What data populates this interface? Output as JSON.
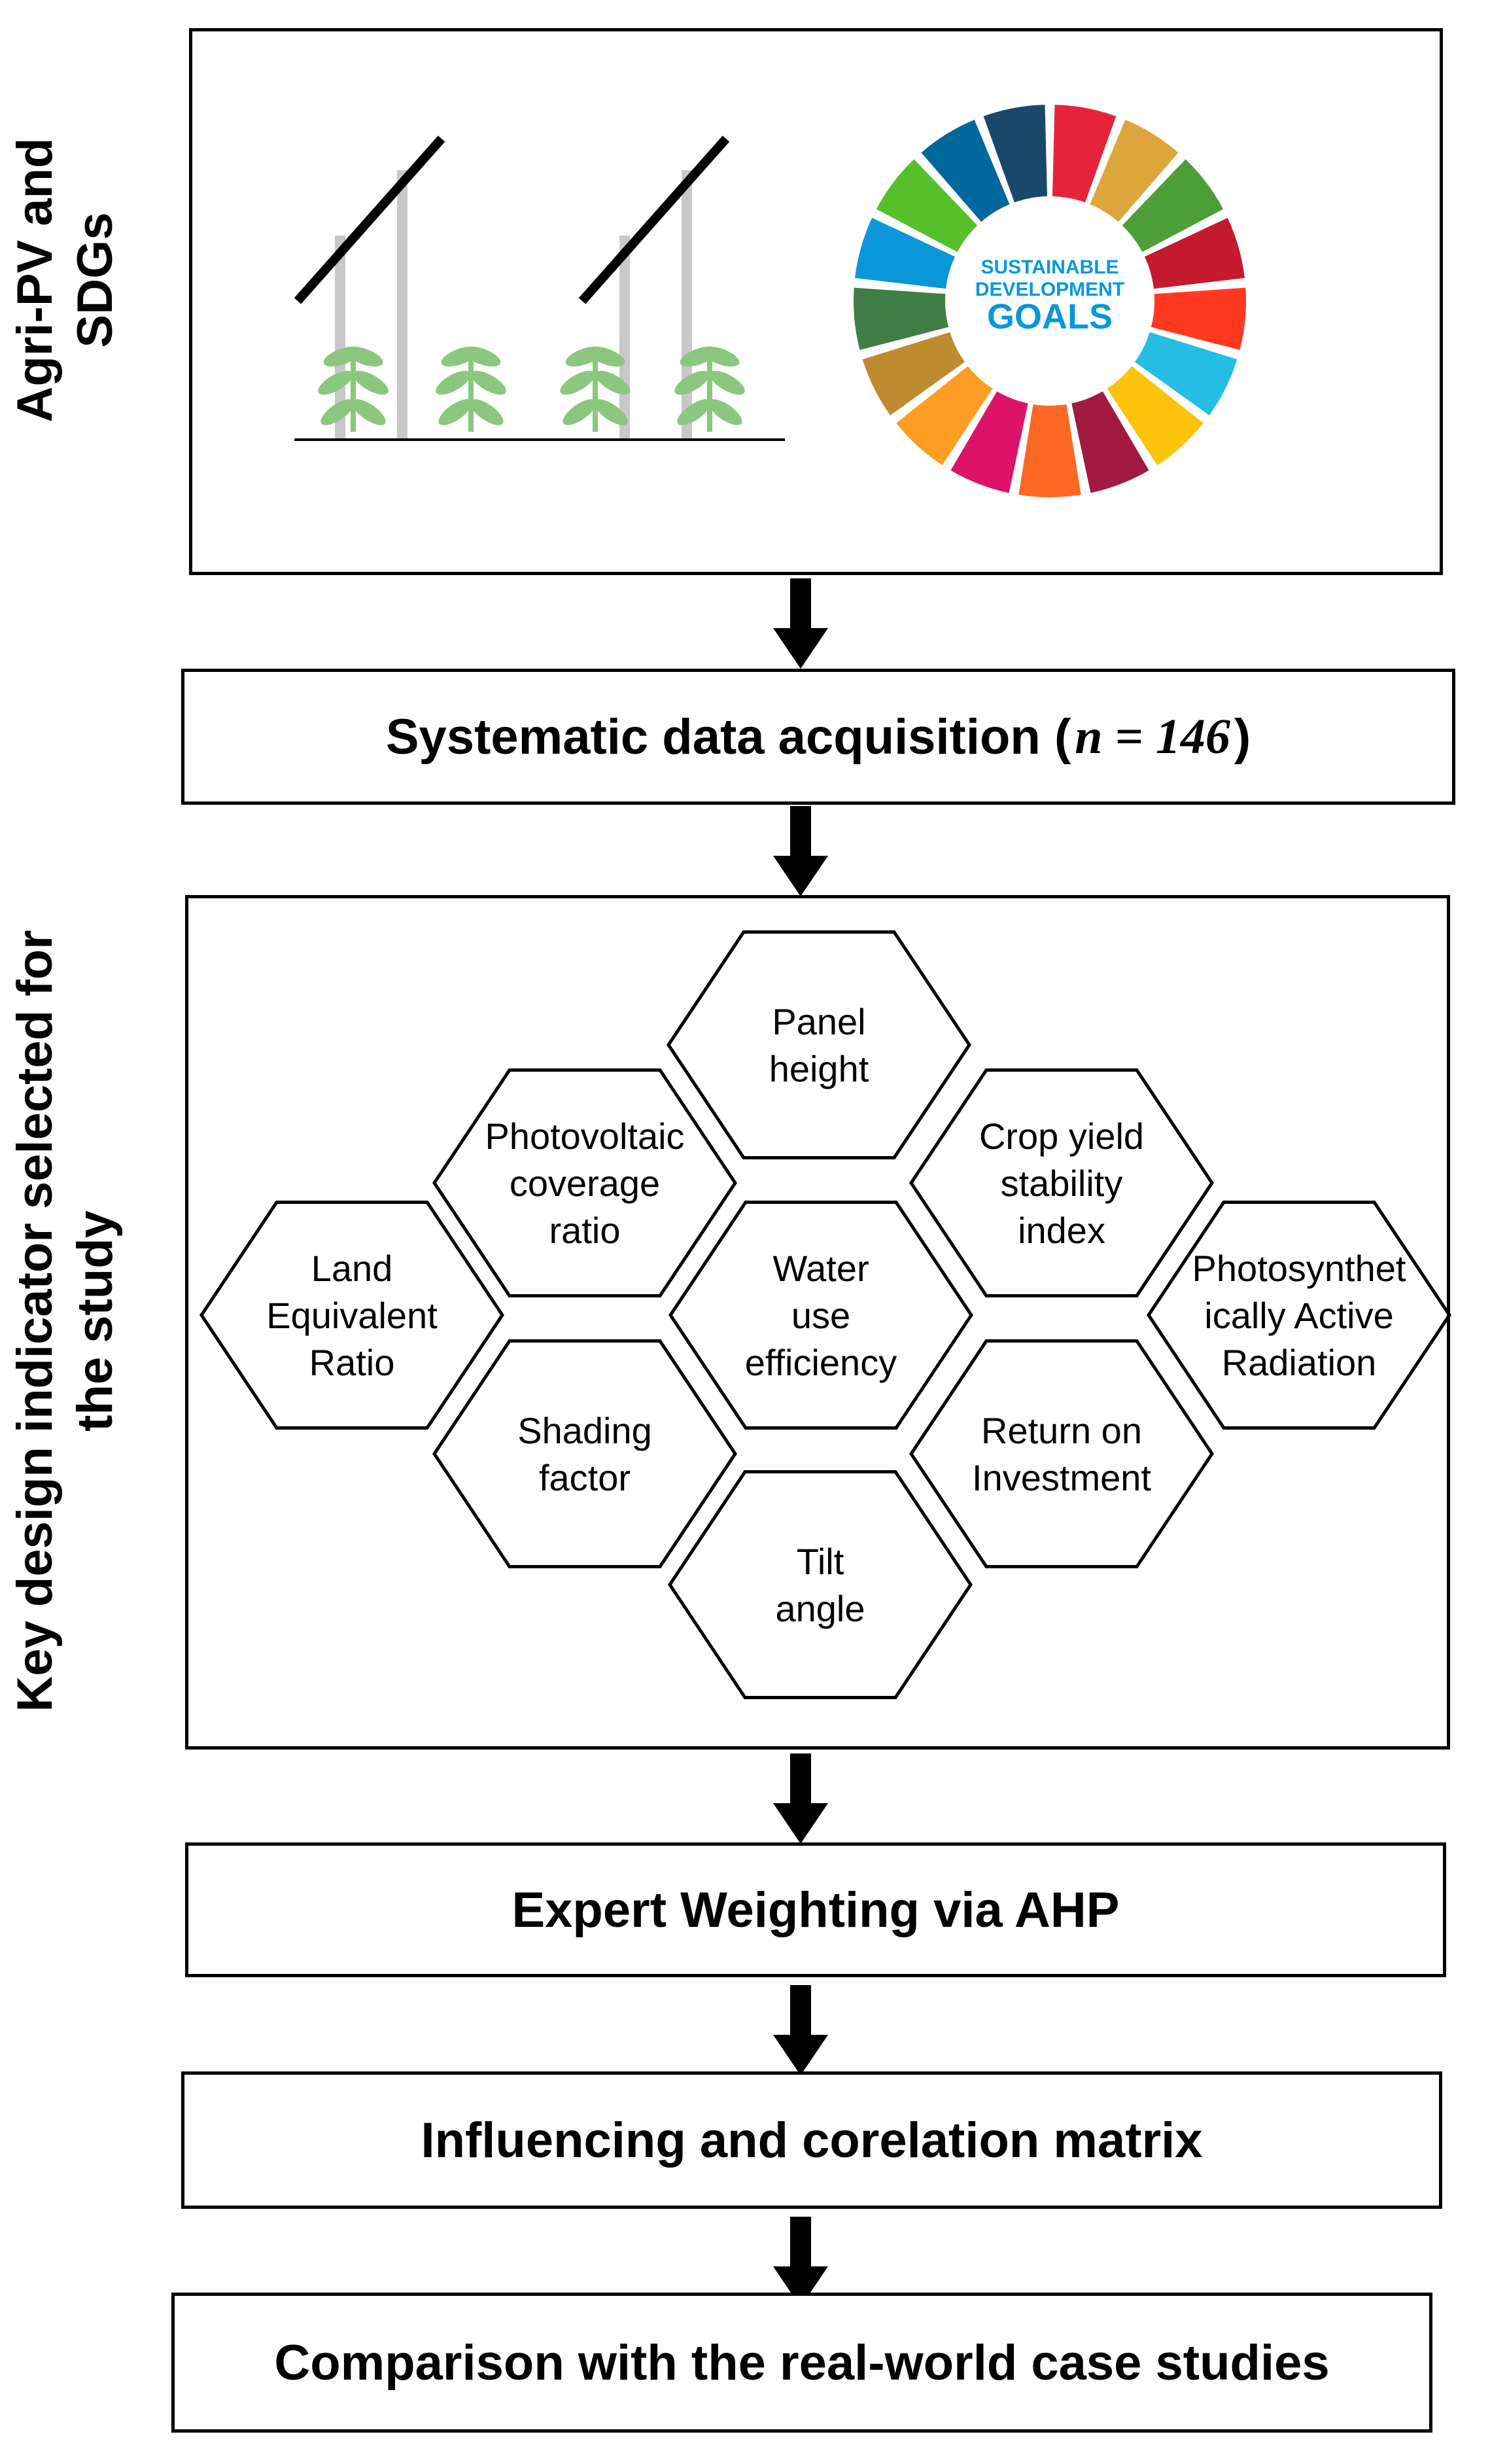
{
  "top_panel": {
    "side_label_line1": "Agri-PV and",
    "side_label_line2": "SDGs",
    "sdg_logo": {
      "line1": "SUSTAINABLE",
      "line2": "DEVELOPMENT",
      "line3": "GOALS"
    }
  },
  "step1": {
    "text": "Systematic data acquisition (",
    "math": "n = 146",
    "close": ")"
  },
  "indicator_panel": {
    "side_label_line1": "Key design indicator selected for",
    "side_label_line2": "the study",
    "hexagons": [
      {
        "id": "panel-height",
        "lines": [
          "Panel",
          "height"
        ]
      },
      {
        "id": "photovoltaic-coverage-ratio",
        "lines": [
          "Photovoltaic",
          "coverage",
          "ratio"
        ]
      },
      {
        "id": "crop-yield-stability-index",
        "lines": [
          "Crop yield",
          "stability",
          "index"
        ]
      },
      {
        "id": "land-equivalent-ratio",
        "lines": [
          "Land",
          "Equivalent",
          "Ratio"
        ]
      },
      {
        "id": "water-use-efficiency",
        "lines": [
          "Water",
          "use",
          "efficiency"
        ]
      },
      {
        "id": "photosynthetically-active-radiation",
        "lines": [
          "Photosynthet",
          "ically Active",
          "Radiation"
        ]
      },
      {
        "id": "shading-factor",
        "lines": [
          "Shading",
          "factor"
        ]
      },
      {
        "id": "return-on-investment",
        "lines": [
          "Return on",
          "Investment"
        ]
      },
      {
        "id": "tilt-angle",
        "lines": [
          "Tilt",
          "angle"
        ]
      }
    ]
  },
  "step2": {
    "text": "Expert Weighting via AHP"
  },
  "step3": {
    "text": "Influencing and corelation matrix"
  },
  "step4": {
    "text": "Comparison with the real-world case studies"
  },
  "colors": {
    "sdg": [
      "#E5243B",
      "#DDA63A",
      "#4C9F38",
      "#C5192D",
      "#FF3A21",
      "#26BDE2",
      "#FCC30B",
      "#A21942",
      "#FD6925",
      "#DD1367",
      "#FD9D24",
      "#BF8B2E",
      "#3F7E44",
      "#0A97D9",
      "#56C02B",
      "#00689D",
      "#19486A"
    ],
    "plant": "#8BC77E",
    "pole": "#C8C8C8"
  }
}
